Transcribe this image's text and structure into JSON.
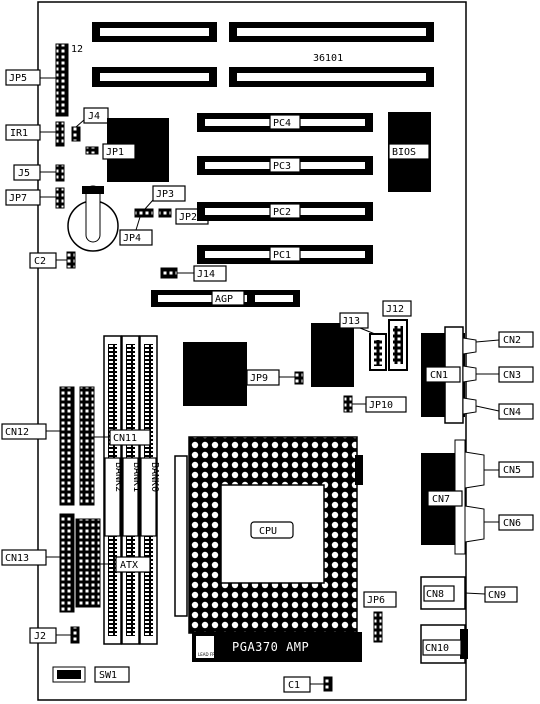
{
  "board_id": "36101",
  "pin_label": "12",
  "cpu_logo_text": "LEAD FREE",
  "labels": {
    "jp5": "JP5",
    "ir1": "IR1",
    "j4": "J4",
    "jp1": "JP1",
    "j5": "J5",
    "jp7": "JP7",
    "jp3": "JP3",
    "jp2": "JP2",
    "jp4": "JP4",
    "c2": "C2",
    "j14": "J14",
    "pc4": "PC4",
    "pc3": "PC3",
    "pc2": "PC2",
    "pc1": "PC1",
    "bios": "BIOS",
    "agp": "AGP",
    "j13": "J13",
    "j12": "J12",
    "cn2": "CN2",
    "cn1": "CN1",
    "cn3": "CN3",
    "cn4": "CN4",
    "jp9": "JP9",
    "jp10": "JP10",
    "cn12": "CN12",
    "cn11": "CN11",
    "bank2": "BANK2",
    "bank1": "BANK1",
    "bank0": "BANK0",
    "cn5": "CN5",
    "cn7": "CN7",
    "cn6": "CN6",
    "cpu": "CPU",
    "cn13": "CN13",
    "atx": "ATX",
    "cn8": "CN8",
    "cn9": "CN9",
    "jp6": "JP6",
    "j2": "J2",
    "pga370": "PGA370 AMP",
    "cn10": "CN10",
    "sw1": "SW1",
    "c1": "C1"
  }
}
